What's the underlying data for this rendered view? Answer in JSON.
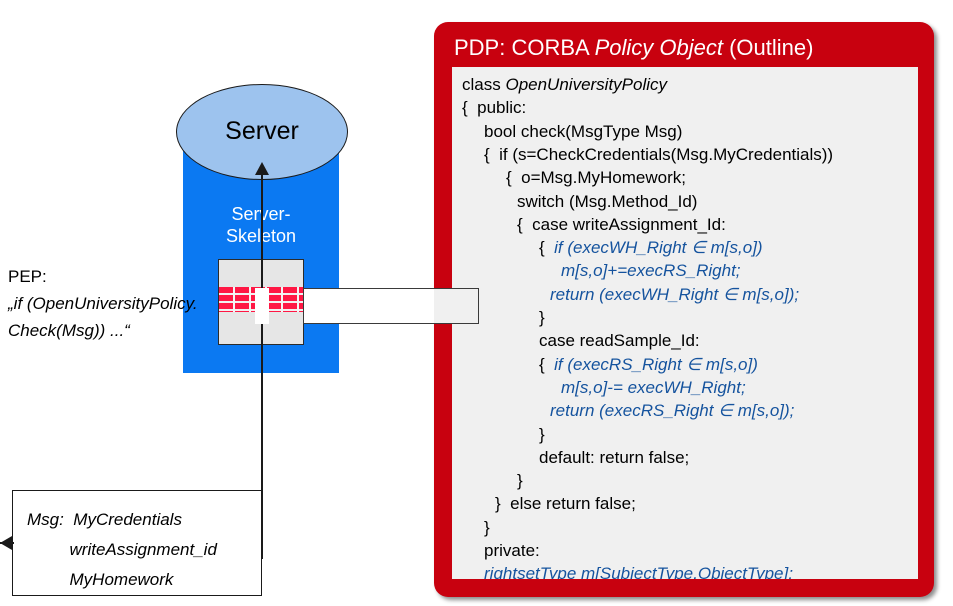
{
  "diagram": {
    "server": {
      "label": "Server",
      "skeleton_label_line1": "Server-",
      "skeleton_label_line2": "Skeleton",
      "body_color": "#0B79F2",
      "top_color": "#9DC3EE",
      "firewall_icon": "brick-wall-icon"
    },
    "pep": {
      "line1": "PEP:",
      "line2": "„if (OpenUniversityPolicy.",
      "line3": "Check(Msg)) ...“"
    },
    "msg_box": {
      "label": "Msg:",
      "fields": [
        "MyCredentials",
        "writeAssignment_id",
        "MyHomework"
      ]
    }
  },
  "pdp": {
    "title_plain_1": "PDP: CORBA ",
    "title_italic": "Policy Object",
    "title_plain_2": " (Outline)",
    "header_color": "#C8010F",
    "code_bg_color": "#F0F0F0",
    "code_blue_color": "#15539E",
    "code": [
      {
        "indent": 0,
        "text": "class ",
        "italic_text": "OpenUniversityPolicy",
        "style": "mixed"
      },
      {
        "indent": 0,
        "text": "{  public:",
        "style": "plain"
      },
      {
        "indent": 2,
        "text": "bool check(MsgType Msg)",
        "style": "plain"
      },
      {
        "indent": 2,
        "text": "{  if (s=CheckCredentials(Msg.MyCredentials))",
        "style": "plain"
      },
      {
        "indent": 4,
        "text": "{  o=Msg.MyHomework;",
        "style": "plain"
      },
      {
        "indent": 5,
        "text": "switch (Msg.Method_Id)",
        "style": "plain"
      },
      {
        "indent": 5,
        "text": "{  case writeAssignment_Id:",
        "style": "plain"
      },
      {
        "indent": 7,
        "text": "{  if (execWH_Right ∈ m[s,o])",
        "style": "blue-brace"
      },
      {
        "indent": 9,
        "text": "m[s,o]+=execRS_Right;",
        "style": "blue"
      },
      {
        "indent": 8,
        "text": "return (execWH_Right ∈ m[s,o]);",
        "style": "blue"
      },
      {
        "indent": 7,
        "text": "}",
        "style": "plain"
      },
      {
        "indent": 7,
        "text": "case readSample_Id:",
        "style": "plain"
      },
      {
        "indent": 7,
        "text": "{  if (execRS_Right ∈ m[s,o])",
        "style": "blue-brace"
      },
      {
        "indent": 9,
        "text": "m[s,o]-= execWH_Right;",
        "style": "blue"
      },
      {
        "indent": 8,
        "text": "return (execRS_Right ∈ m[s,o]);",
        "style": "blue"
      },
      {
        "indent": 7,
        "text": "}",
        "style": "plain"
      },
      {
        "indent": 7,
        "text": "default: return false;",
        "style": "plain"
      },
      {
        "indent": 5,
        "text": "}",
        "style": "plain"
      },
      {
        "indent": 3,
        "text": "}  else return false;",
        "style": "plain"
      },
      {
        "indent": 2,
        "text": "}",
        "style": "plain"
      },
      {
        "indent": 2,
        "text": "private:",
        "style": "plain"
      },
      {
        "indent": 2,
        "text": "rightsetType m[SubjectType,ObjectType];",
        "style": "blue"
      },
      {
        "indent": 0,
        "text": "}",
        "style": "plain"
      }
    ]
  }
}
